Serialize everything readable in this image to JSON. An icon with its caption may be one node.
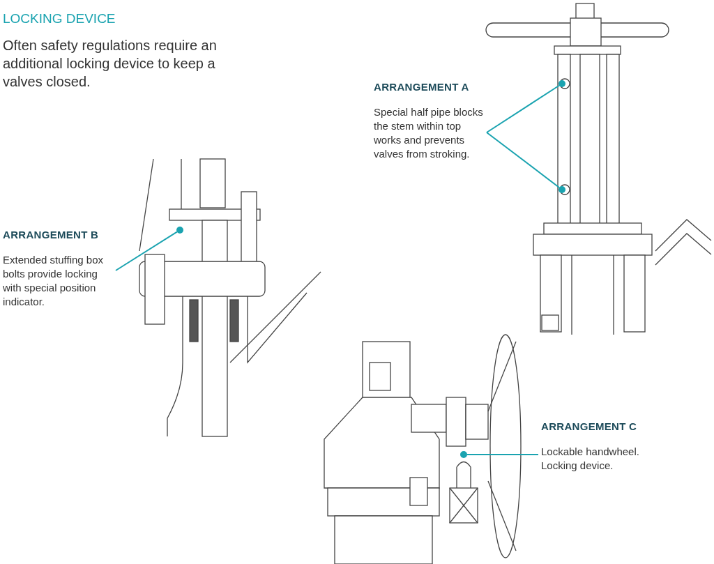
{
  "diagram": {
    "title": "LOCKING DEVICE",
    "nodes": [
      {
        "text": [
          "ARRANGEMENT A",
          "Special half pipe blocks the stem within top works and prevents valves from stroking."
        ]
      },
      {
        "text": [],
        "shape": "circle"
      },
      {
        "text": [],
        "shape": "circle"
      },
      {
        "text": [
          "ARRANGEMENT B",
          "Extended stuffing box bolts provide locking with special position indicator."
        ]
      },
      {
        "text": [],
        "shape": "circle"
      },
      {
        "text": [
          "ARRANGEMENT C",
          "Lockable handwheel. Locking device."
        ]
      },
      {
        "text": [],
        "shape": "circle"
      }
    ],
    "edges": [
      {
        "from": 0,
        "to": 1,
        "arrow": "none"
      },
      {
        "from": 0,
        "to": 2,
        "arrow": "none"
      },
      {
        "from": 3,
        "to": 4,
        "arrow": "none"
      },
      {
        "from": 5,
        "to": 6,
        "arrow": "none"
      }
    ],
    "labels": [
      "Often safety regulations require an additional locking device to keep a valves closed."
    ]
  }
}
